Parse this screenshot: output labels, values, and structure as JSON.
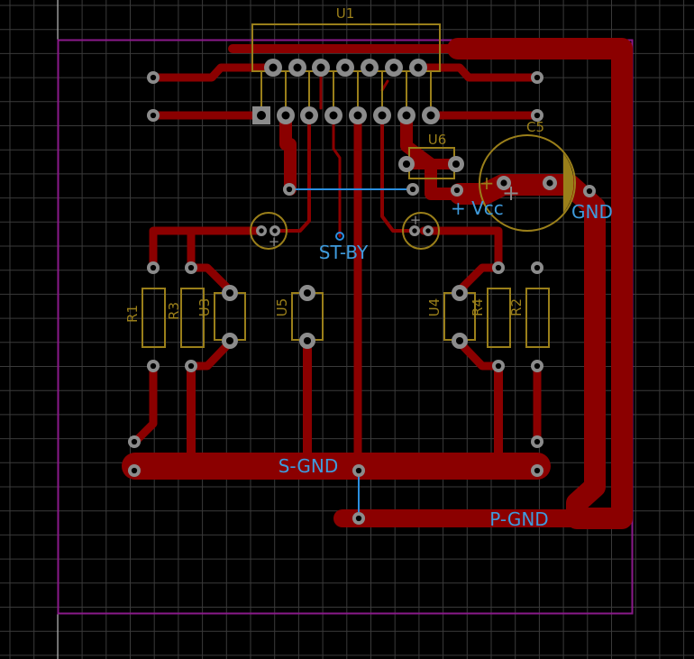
{
  "board": {
    "grid_color": "#3a3a3a",
    "outline_color": "#8a1a8a",
    "copper_color": "#8b0000",
    "silk_color": "#9a7f1a",
    "net_label_color": "#3f9bdc"
  },
  "components": {
    "u1": "U1",
    "u6": "U6",
    "c5": "C5",
    "r1": "R1",
    "r2": "R2",
    "r3": "R3",
    "r4": "R4",
    "u3": "U3",
    "u4": "U4",
    "u5": "U5",
    "plus": "+"
  },
  "nets": {
    "vcc": "+ Vcc",
    "gnd": "GND",
    "st_by": "ST-BY",
    "s_gnd": "S-GND",
    "p_gnd": "P-GND"
  }
}
